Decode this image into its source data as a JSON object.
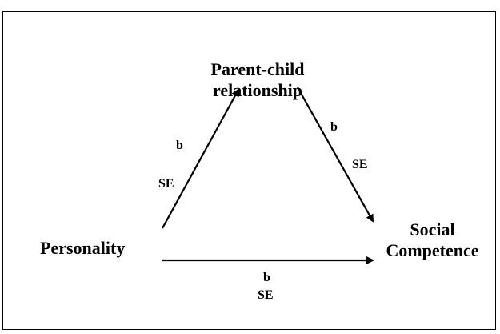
{
  "nodes": {
    "mediator": [
      "Parent-child",
      "relationship"
    ],
    "predictor": [
      "Personality"
    ],
    "outcome": [
      "Social",
      "Competence"
    ]
  },
  "paths": {
    "a": {
      "coefficient": "b",
      "error": "SE"
    },
    "b": {
      "coefficient": "b",
      "error": "SE"
    },
    "c": {
      "coefficient": "b",
      "error": "SE"
    }
  },
  "colors": {
    "stroke": "#000000",
    "background": "#ffffff"
  }
}
